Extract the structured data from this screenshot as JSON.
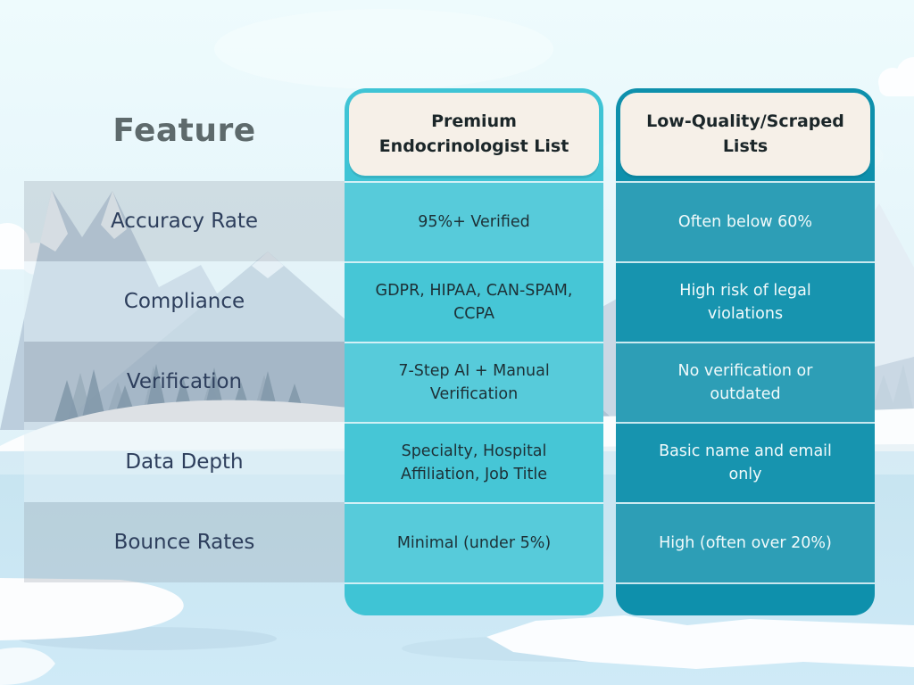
{
  "table": {
    "feature_header": "Feature",
    "columns": {
      "premium": {
        "header": "Premium\nEndocrinologist List"
      },
      "lowq": {
        "header": "Low-Quality/Scraped\nLists"
      }
    },
    "rows": [
      {
        "feature": "Accuracy Rate",
        "premium": "95%+ Verified",
        "lowq": "Often below 60%"
      },
      {
        "feature": "Compliance",
        "premium": "GDPR, HIPAA, CAN-SPAM,\nCCPA",
        "lowq": "High risk of legal\nviolations"
      },
      {
        "feature": "Verification",
        "premium": "7-Step AI + Manual\nVerification",
        "lowq": "No verification or\noutdated"
      },
      {
        "feature": "Data Depth",
        "premium": "Specialty, Hospital\nAffiliation, Job Title",
        "lowq": "Basic name and email\nonly"
      },
      {
        "feature": "Bounce Rates",
        "premium": "Minimal (under 5%)",
        "lowq": "High (often over 20%)"
      }
    ]
  },
  "chart_data": {
    "type": "table",
    "title": "Premium Endocrinologist List vs Low-Quality/Scraped Lists",
    "columns": [
      "Feature",
      "Premium Endocrinologist List",
      "Low-Quality/Scraped Lists"
    ],
    "rows": [
      [
        "Accuracy Rate",
        "95%+ Verified",
        "Often below 60%"
      ],
      [
        "Compliance",
        "GDPR, HIPAA, CAN-SPAM, CCPA",
        "High risk of legal violations"
      ],
      [
        "Verification",
        "7-Step AI + Manual Verification",
        "No verification or outdated"
      ],
      [
        "Data Depth",
        "Specialty, Hospital Affiliation, Job Title",
        "Basic name and email only"
      ],
      [
        "Bounce Rates",
        "Minimal (under 5%)",
        "High (often over 20%)"
      ]
    ]
  },
  "colors": {
    "premium_column": "#3fc4d5",
    "lowq_column": "#0e90ac",
    "header_card_bg": "#f6f0e8",
    "header_card_text": "#1b2629",
    "premium_cell_text": "#1d3036",
    "lowq_cell_text": "#f1fafb",
    "feature_heading_text": "#5e6a6c",
    "feature_label_text": "#2d3e5c",
    "sky": "#e8f6fa",
    "lake": "#cbe6f2"
  }
}
